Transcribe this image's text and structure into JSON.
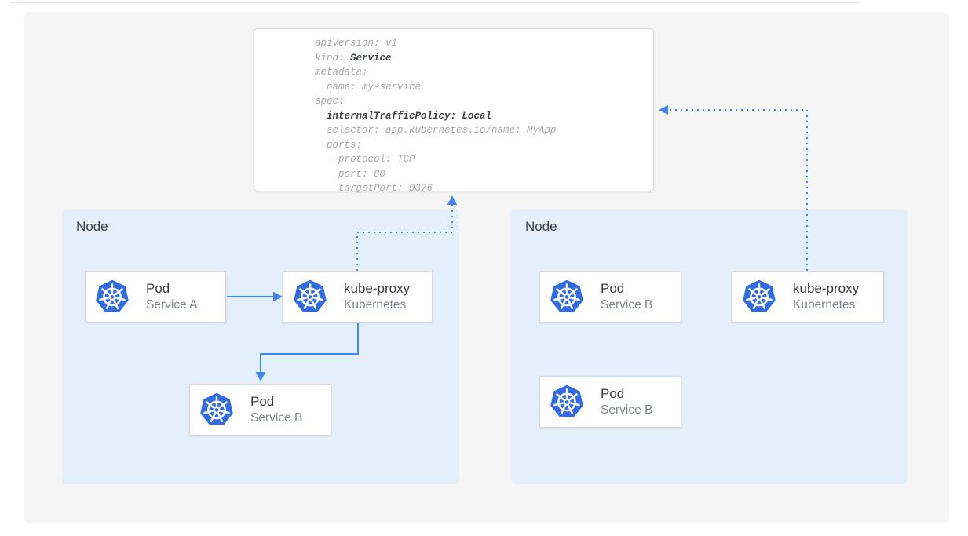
{
  "colors": {
    "accent": "#4285f4",
    "node-bg": "#e3f0fc",
    "canvas-bg": "#f5f5f6",
    "k8s-blue": "#326ce5",
    "title-color": "#3c4043",
    "subtitle-color": "#80868b",
    "yaml-dim": "#a8a8a8",
    "yaml-bold": "#3c4043"
  },
  "yaml": {
    "lines": [
      {
        "d1": "apiVersion: v1"
      },
      {
        "d1": "kind: ",
        "b1": "Service"
      },
      {
        "d1": "metadata:"
      },
      {
        "d1": "  name: my-service"
      },
      {
        "d1": "spec:"
      },
      {
        "d1": "  ",
        "b1": "internalTrafficPolicy: Local"
      },
      {
        "d1": "  selector: app.kubernetes.io/name: MyApp"
      },
      {
        "d1": "  ports:"
      },
      {
        "d1": "  - protocol: TCP"
      },
      {
        "d1": "    port: 80"
      },
      {
        "d1": "    targetPort: 9376"
      }
    ]
  },
  "nodes": [
    {
      "label": "Node",
      "cards": [
        {
          "icon": "kubernetes-logo",
          "title": "Pod",
          "subtitle": "Service A"
        },
        {
          "icon": "kubernetes-logo",
          "title": "kube-proxy",
          "subtitle": "Kubernetes"
        },
        {
          "icon": "kubernetes-logo",
          "title": "Pod",
          "subtitle": "Service B"
        }
      ]
    },
    {
      "label": "Node",
      "cards": [
        {
          "icon": "kubernetes-logo",
          "title": "Pod",
          "subtitle": "Service B"
        },
        {
          "icon": "kubernetes-logo",
          "title": "kube-proxy",
          "subtitle": "Kubernetes"
        },
        {
          "icon": "kubernetes-logo",
          "title": "Pod",
          "subtitle": "Service B"
        }
      ]
    }
  ],
  "arrows": [
    {
      "from": "pod-service-a",
      "to": "kube-proxy-left",
      "style": "solid"
    },
    {
      "from": "kube-proxy-left",
      "to": "pod-service-b-left",
      "style": "solid"
    },
    {
      "from": "kube-proxy-left",
      "to": "service-manifest",
      "style": "dotted"
    },
    {
      "from": "kube-proxy-right",
      "to": "service-manifest",
      "style": "dotted"
    }
  ]
}
